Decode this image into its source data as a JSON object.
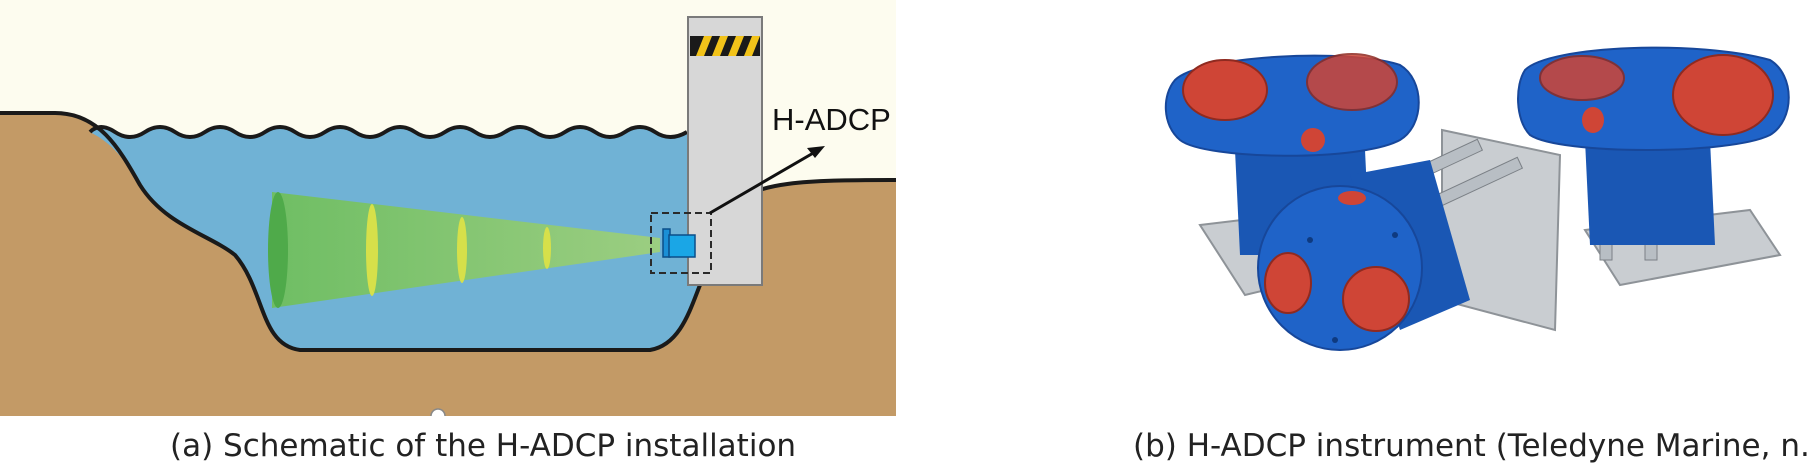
{
  "panel_a": {
    "callout_label": "H-ADCP",
    "caption": "(a) Schematic of the H-ADCP installation",
    "colors": {
      "sky": "#fdfcef",
      "ground": "#c39a66",
      "water": "#70b2d5",
      "beam": "#86c66a",
      "beam_ring": "#d6e04a",
      "pier": "#d7d7d7",
      "sensor": "#1aa6e6"
    }
  },
  "panel_b": {
    "caption": "(b) H-ADCP instrument (Teledyne Marine, n.d.)",
    "colors": {
      "housing": "#1f63c8",
      "transducer": "#cf4536",
      "mount_plate": "#c9cdd1"
    }
  }
}
